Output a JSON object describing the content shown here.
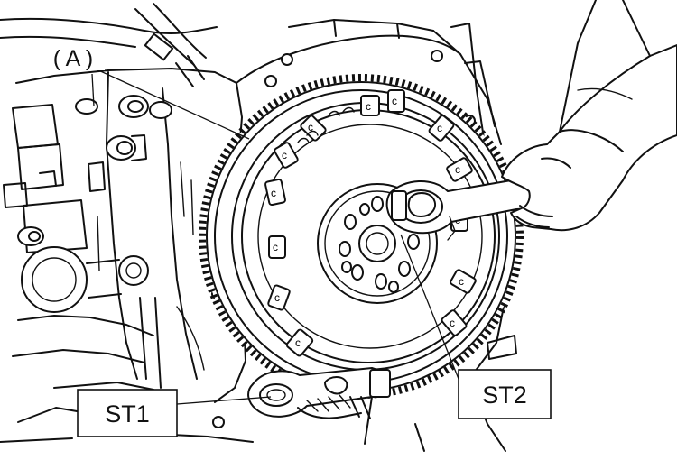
{
  "labels": {
    "part_a": "( A )",
    "st1": "ST1",
    "st2": "ST2"
  },
  "colors": {
    "line": "#111111",
    "background": "#ffffff"
  }
}
